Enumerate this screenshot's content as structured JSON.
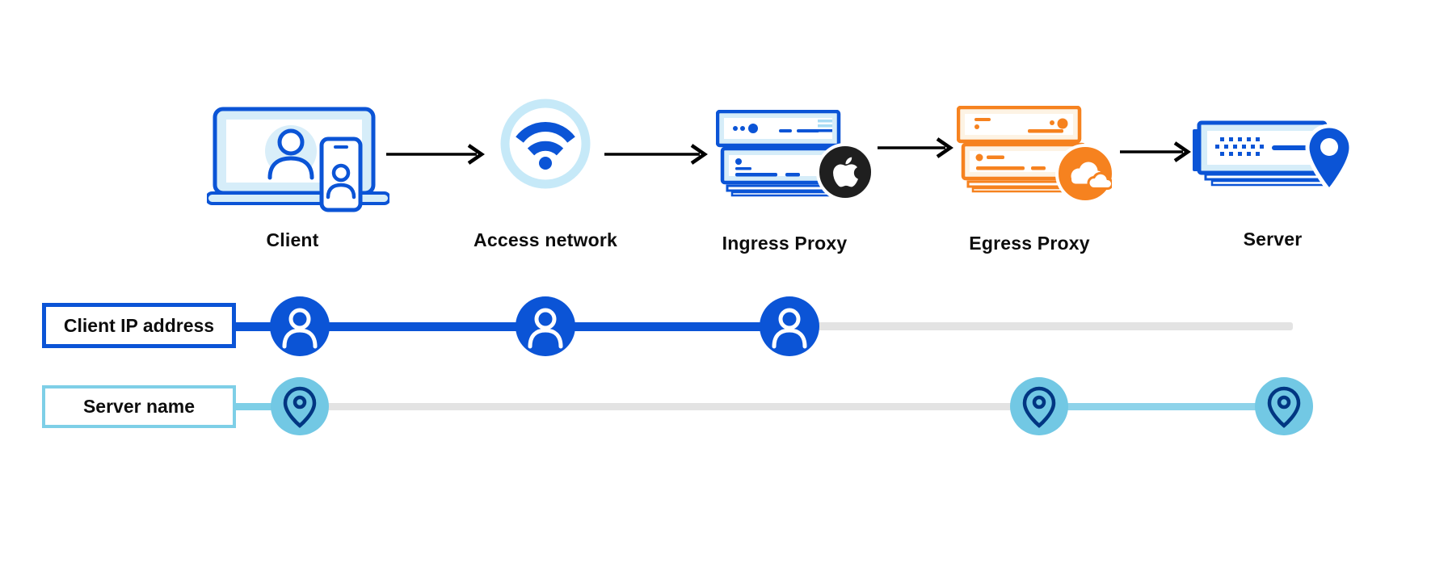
{
  "diagram": {
    "name": "private-relay-traffic-flow",
    "flow": {
      "nodes": [
        {
          "id": "client",
          "label": "Client",
          "icon": "laptop-and-phone-user-icon"
        },
        {
          "id": "access-network",
          "label": "Access network",
          "icon": "wifi-icon"
        },
        {
          "id": "ingress-proxy",
          "label": "Ingress Proxy",
          "icon": "server-rack-blue-icon",
          "badge": "apple-logo-icon"
        },
        {
          "id": "egress-proxy",
          "label": "Egress Proxy",
          "icon": "server-rack-orange-icon",
          "badge": "cloudflare-logo-icon"
        },
        {
          "id": "server",
          "label": "Server",
          "icon": "server-with-location-pin-icon"
        }
      ],
      "connector": "black-arrow-right"
    },
    "tracks": [
      {
        "id": "client-ip",
        "label": "Client IP address",
        "marker": "person-icon",
        "known_at": [
          "Client",
          "Access network",
          "Ingress Proxy"
        ],
        "line_color_known": "#0b54d6",
        "line_color_unknown": "#e3e3e3"
      },
      {
        "id": "server-name",
        "label": "Server name",
        "marker": "location-pin-icon",
        "known_at": [
          "Client",
          "Egress Proxy",
          "Server"
        ],
        "line_color_known": "#8ed3ea",
        "line_color_unknown": "#e3e3e3"
      }
    ],
    "colors": {
      "blue": "#0b54d6",
      "light_blue_fill": "#d6edf9",
      "wifi_ring_light_blue": "#c6e9f8",
      "sky": "#72c8e4",
      "sky_light": "#9bdbeb",
      "navy": "#003682",
      "orange": "#f6821f",
      "orange_fill": "#fdf3e4",
      "apple_black": "#1f1f1f",
      "track_gray": "#e3e3e3",
      "arrow_black": "#000000"
    }
  }
}
